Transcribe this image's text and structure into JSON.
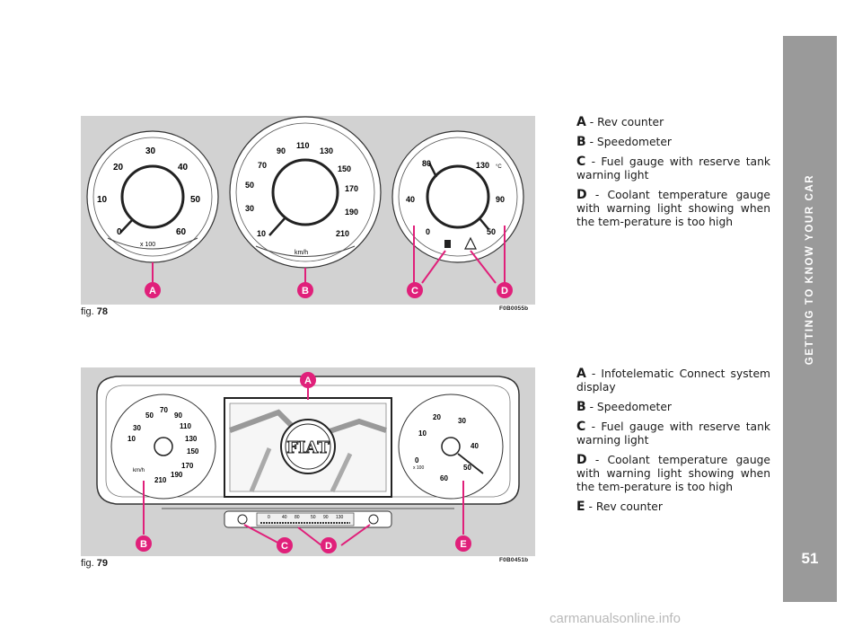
{
  "side_title": "GETTING TO KNOW YOUR CAR",
  "page_number": "51",
  "watermark": "carmanualsonline.info",
  "fig78": {
    "caption_prefix": "fig. ",
    "caption_number": "78",
    "code": "F0B0055b",
    "markers": [
      "A",
      "B",
      "C",
      "D"
    ],
    "rev": {
      "ticks": [
        "0",
        "10",
        "20",
        "30",
        "40",
        "50",
        "60"
      ],
      "unit": "x 100"
    },
    "speed": {
      "ticks": [
        "10",
        "30",
        "50",
        "70",
        "90",
        "110",
        "130",
        "150",
        "170",
        "190",
        "210"
      ],
      "unit": "km/h"
    },
    "temp": {
      "ticks": [
        "0",
        "40",
        "80",
        "90",
        "130",
        "50"
      ],
      "unit": "°C"
    },
    "legend": [
      {
        "key": "A",
        "text": " - Rev counter"
      },
      {
        "key": "B",
        "text": " - Speedometer"
      },
      {
        "key": "C",
        "text": " - Fuel gauge with reserve tank warning light"
      },
      {
        "key": "D",
        "text": " - Coolant temperature gauge with warning light showing when the tem-perature is too high"
      }
    ]
  },
  "fig79": {
    "caption_prefix": "fig. ",
    "caption_number": "79",
    "code": "F0B0451b",
    "markers": [
      "A",
      "B",
      "C",
      "D",
      "E"
    ],
    "speed": {
      "ticks": [
        "10",
        "30",
        "50",
        "70",
        "90",
        "110",
        "130",
        "150",
        "170",
        "190",
        "210"
      ],
      "unit": "km/h"
    },
    "rev": {
      "ticks": [
        "0",
        "10",
        "20",
        "30",
        "40",
        "50",
        "60"
      ],
      "unit": "x 100"
    },
    "logo": "FIAT",
    "strip": [
      "0",
      "40",
      "80",
      "50",
      "90",
      "130"
    ],
    "legend": [
      {
        "key": "A",
        "text": " - Infotelematic Connect system display"
      },
      {
        "key": "B",
        "text": " - Speedometer"
      },
      {
        "key": "C",
        "text": " - Fuel gauge with reserve tank warning light"
      },
      {
        "key": "D",
        "text": " - Coolant temperature gauge with warning light showing when the tem-perature is too high"
      },
      {
        "key": "E",
        "text": " - Rev counter"
      }
    ]
  }
}
